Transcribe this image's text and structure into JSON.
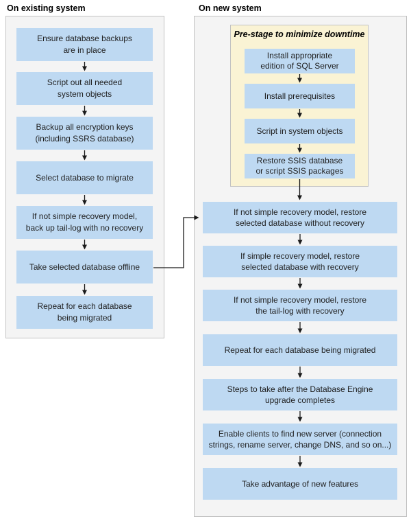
{
  "colors": {
    "box_blue": "#bed9f2",
    "panel_bg": "#f4f4f4",
    "panel_border": "#c2c2c2",
    "prestage_bg": "#faf3d4",
    "prestage_border": "#c2c2c2",
    "text": "#1f1f1f",
    "title": "#000000",
    "arrow": "#1a1a1a"
  },
  "existing_system": {
    "title": "On existing system",
    "steps": [
      "Ensure database backups\nare in place",
      "Script out all needed\nsystem objects",
      "Backup all encryption keys\n(including SSRS database)",
      "Select database to migrate",
      "If not simple recovery model,\nback up tail-log with no recovery",
      "Take selected database offline",
      "Repeat for each database\nbeing migrated"
    ]
  },
  "new_system": {
    "title": "On new system",
    "prestage": {
      "title": "Pre-stage to minimize downtime",
      "steps": [
        "Install appropriate\nedition of SQL Server",
        "Install prerequisites",
        "Script in system objects",
        "Restore SSIS database\nor script SSIS packages"
      ]
    },
    "steps": [
      "If not simple recovery model, restore\nselected database without recovery",
      "If simple recovery model, restore\nselected database with recovery",
      "If not simple recovery model, restore\nthe tail-log with recovery",
      "Repeat for each database being migrated",
      "Steps to take after the Database Engine\nupgrade completes",
      "Enable clients to find new server (connection\nstrings, rename server, change DNS, and so on...)",
      "Take advantage of new features"
    ]
  }
}
